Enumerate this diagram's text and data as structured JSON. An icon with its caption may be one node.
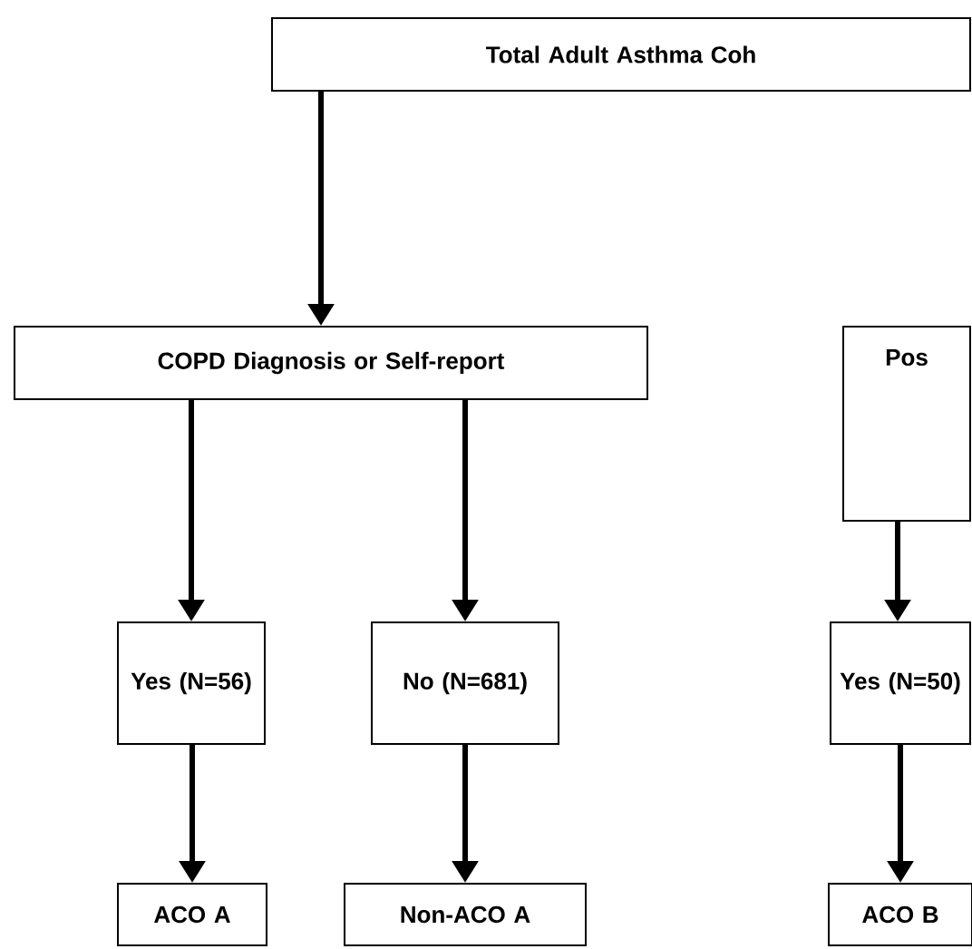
{
  "diagram": {
    "nodes": [
      {
        "text": [
          "Total Adult Asthma Coh"
        ]
      },
      {
        "text": [
          "COPD Diagnosis or Self-report"
        ]
      },
      {
        "text": [
          "Pos"
        ]
      },
      {
        "text": [
          "Yes (N=56)"
        ]
      },
      {
        "text": [
          "No (N=681)"
        ]
      },
      {
        "text": [
          "Yes (N=50)"
        ]
      },
      {
        "text": [
          "ACO A"
        ]
      },
      {
        "text": [
          "Non-ACO A"
        ]
      },
      {
        "text": [
          "ACO B"
        ]
      }
    ],
    "edges": [
      {
        "from": 0,
        "to": 1,
        "arrow": "to"
      },
      {
        "from": 1,
        "to": 3,
        "arrow": "to"
      },
      {
        "from": 1,
        "to": 4,
        "arrow": "to"
      },
      {
        "from": 2,
        "to": 5,
        "arrow": "to"
      },
      {
        "from": 3,
        "to": 6,
        "arrow": "to"
      },
      {
        "from": 4,
        "to": 7,
        "arrow": "to"
      },
      {
        "from": 5,
        "to": 8,
        "arrow": "to"
      }
    ]
  }
}
